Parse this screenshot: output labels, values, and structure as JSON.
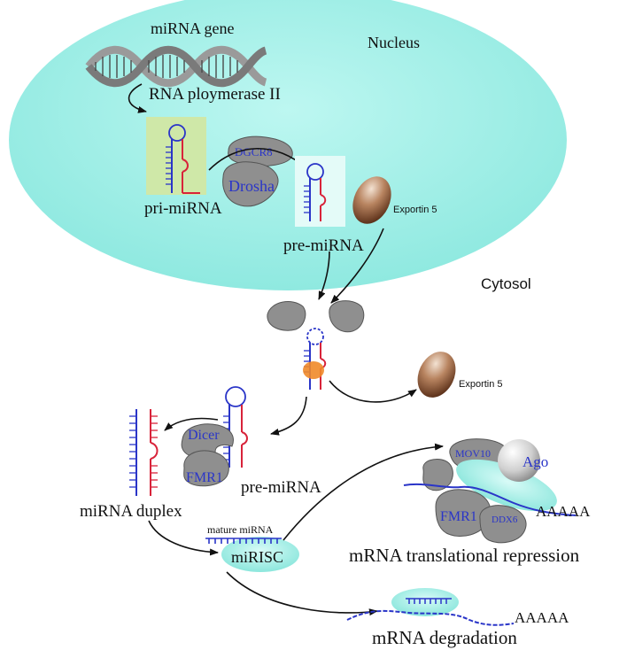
{
  "labels": {
    "mirna_gene": "miRNA gene",
    "nucleus": "Nucleus",
    "rna_pol": "RNA ploymerase II",
    "dgcr8": "DGCR8",
    "drosha": "Drosha",
    "pri_mirna": "pri-miRNA",
    "pre_mirna_nuc": "pre-miRNA",
    "exportin_top": "Exportin 5",
    "cytosol": "Cytosol",
    "exportin_mid": "Exportin 5",
    "dicer": "Dicer",
    "fmr1_left": "FMR1",
    "pre_mirna_cyto": "pre-miRNA",
    "mirna_duplex": "miRNA duplex",
    "mature_mirna": "mature miRNA",
    "mirisc": "miRISC",
    "mov10": "MOV10",
    "ago": "Ago",
    "fmr1_right": "FMR1",
    "ddx6": "DDX6",
    "polya_top": "AAAAA",
    "repression": "mRNA translational repression",
    "polya_bottom": "AAAAA",
    "degradation": "mRNA degradation"
  },
  "colors": {
    "nucleus_fill": "#9ff0e8",
    "protein_gray": "#8f8f8f",
    "rna_blue": "#2a35c8",
    "rna_red": "#d8233a",
    "label_blue": "#2a35c8",
    "exportin_brown": "#8b5a3a",
    "pri_box": "#cfe8a8",
    "dicer_orange": "#f08a2a"
  }
}
